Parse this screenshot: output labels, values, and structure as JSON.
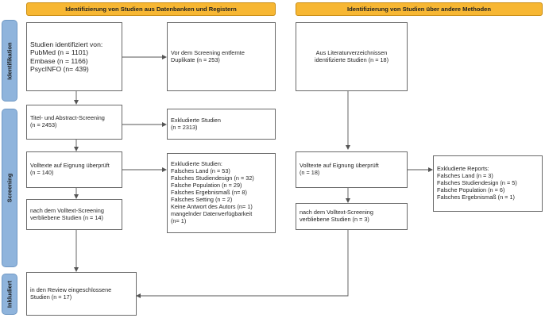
{
  "headers": {
    "databases": "Identifizierung von Studien aus Datenbanken und Registern",
    "other_methods": "Identifizierung von Studien über andere Methoden"
  },
  "phases": {
    "identification": "Identifikation",
    "screening": "Screening",
    "included": "Inkludiert"
  },
  "boxes": {
    "identified": "Studien identifiziert von:\nPubMed (n = 1101)\nEmbase (n = 1166)\nPsycINFO (n= 439)",
    "duplicates": "Vor dem Screening entfernte\nDuplikate (n = 253)",
    "literature": "Aus Literaturverzeichnissen\nidentifizierte Studien (n = 18)",
    "title_abstract": "Titel- und Abstract-Screening\n(n = 2453)",
    "excluded_studies": "Exkludierte Studien\n(n = 2313)",
    "fulltext_left": "Volltexte auf Eignung überprüft\n(n = 140)",
    "excluded_detail": "Exkludierte Studien:\nFalsches Land (n = 53)\nFalsches Studiendesign (n = 32)\nFalsche Population (n = 29)\nFalsches Ergebnismaß (n= 8)\nFalsches Setting (n = 2)\nKeine Antwort des Autors (n= 1)\nmangelnder Datenverfügbarkeit\n(n= 1)",
    "remaining_left": "nach dem Volltext-Screening\nverbliebene Studien (n = 14)",
    "fulltext_right": "Volltexte auf Eignung überprüft\n(n = 18)",
    "excluded_reports": "Exkludierte Reports:\nFalsches Land (n = 3)\nFalsches Studiendesign (n = 5)\nFalsche Population (n = 6)\nFalsches Ergebnismaß (n = 1)",
    "remaining_right": "nach dem Volltext-Screening\nverbliebene Studien (n = 3)",
    "included": "in den Review eingeschlossene\nStudien (n = 17)"
  },
  "colors": {
    "header_fill": "#f7b733",
    "phase_fill": "#8fb4dc",
    "box_border": "#6a6a6a",
    "arrow": "#555555"
  }
}
